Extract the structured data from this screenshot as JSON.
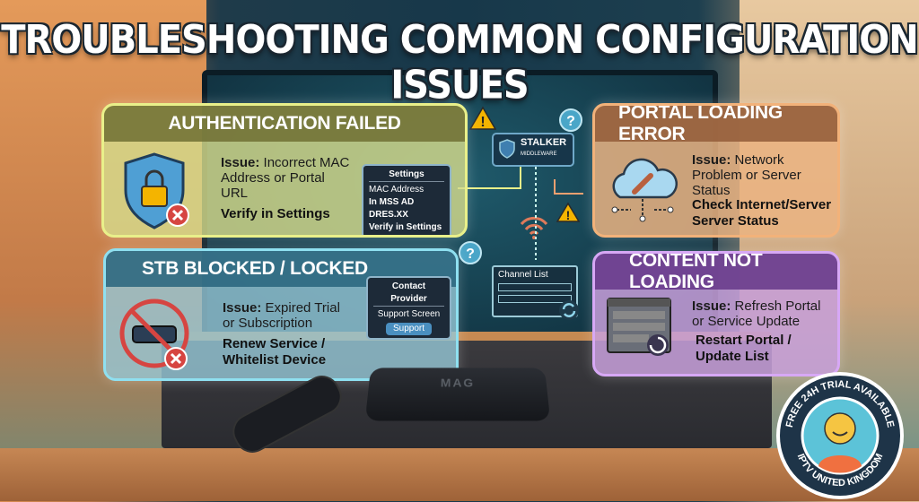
{
  "title": "TROUBLESHOOTING COMMON CONFIGURATION ISSUES",
  "panels": {
    "auth": {
      "title": "AUTHENTICATION FAILED",
      "issue_label": "Issue:",
      "issue_text": "Incorrect MAC Address or Portal URL",
      "fix": "Verify in Settings",
      "mini": {
        "title": "Settings",
        "line1": "MAC Address",
        "line2": "In MSS AD DRES.XX",
        "line3": "Verify in Settings"
      }
    },
    "portal": {
      "title": "PORTAL LOADING ERROR",
      "issue_label": "Issue:",
      "issue_text": "Network Problem or Server Status",
      "fix": "Check Internet/Server Server Status"
    },
    "stb": {
      "title": "STB BLOCKED / LOCKED",
      "issue_label": "Issue:",
      "issue_text": "Expired Trial or Subscription",
      "fix": "Renew Service / Whitelist Device",
      "mini": {
        "title": "Contact Provider",
        "line1": "Support Screen",
        "button": "Support"
      }
    },
    "content": {
      "title": "CONTENT NOT LOADING",
      "issue_label": "Issue:",
      "issue_text": "Refresh Portal or Service Update",
      "fix": "Restart Portal / Update List"
    }
  },
  "middleware": {
    "name": "STALKER",
    "sub": "MIDDLEWARE"
  },
  "channel_list": {
    "title": "Channel List"
  },
  "device": {
    "label": "MAG"
  },
  "badge": {
    "top": "FREE 24H TRIAL AVAILABLE",
    "bottom": "IPTV UNITED KINGDOM"
  },
  "colors": {
    "auth": "#d6dc8c",
    "portal": "#ebb482",
    "stb": "#96c8d7",
    "content": "#c8a0dc",
    "warning": "#f4b400",
    "error": "#d64541"
  }
}
